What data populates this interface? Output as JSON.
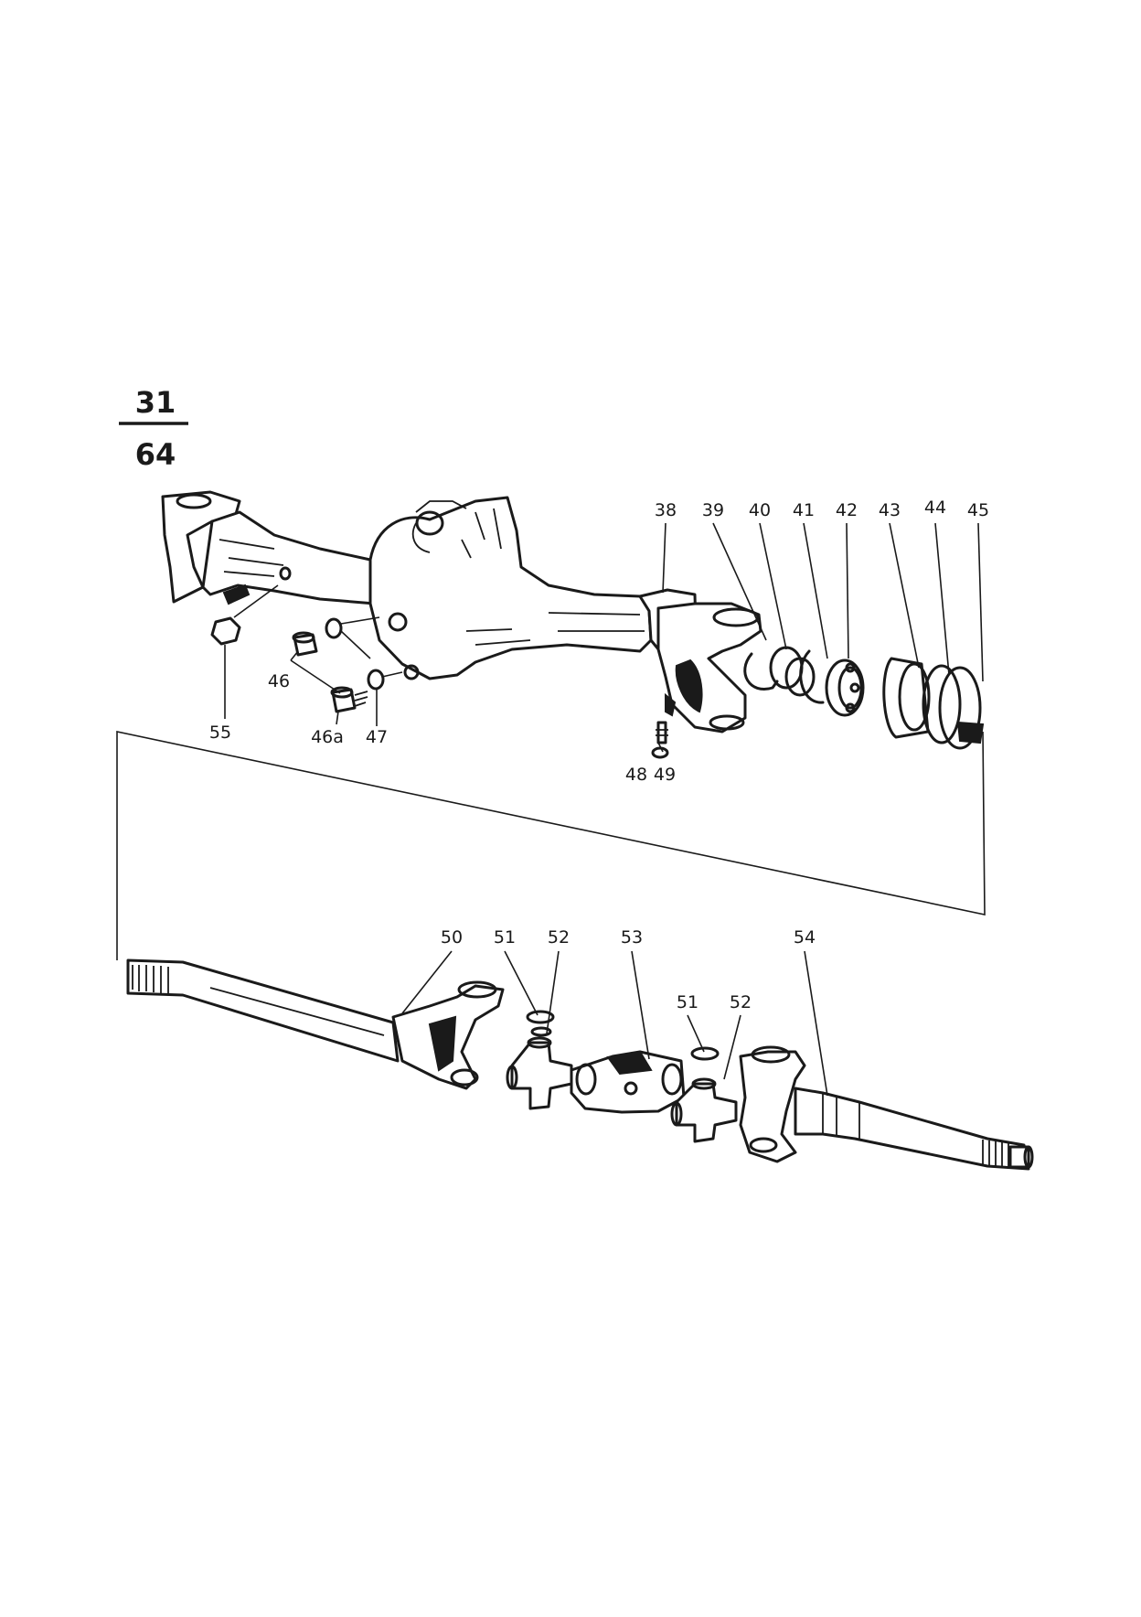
{
  "page": {
    "numerator": "31",
    "denominator": "64"
  },
  "callouts": {
    "c38": "38",
    "c39": "39",
    "c40": "40",
    "c41": "41",
    "c42": "42",
    "c43": "43",
    "c44": "44",
    "c45": "45",
    "c46": "46",
    "c46a": "46a",
    "c47": "47",
    "c48": "48",
    "c49": "49",
    "c50": "50",
    "c51a": "51",
    "c52a": "52",
    "c53": "53",
    "c51b": "51",
    "c52b": "52",
    "c54": "54",
    "c55": "55"
  }
}
